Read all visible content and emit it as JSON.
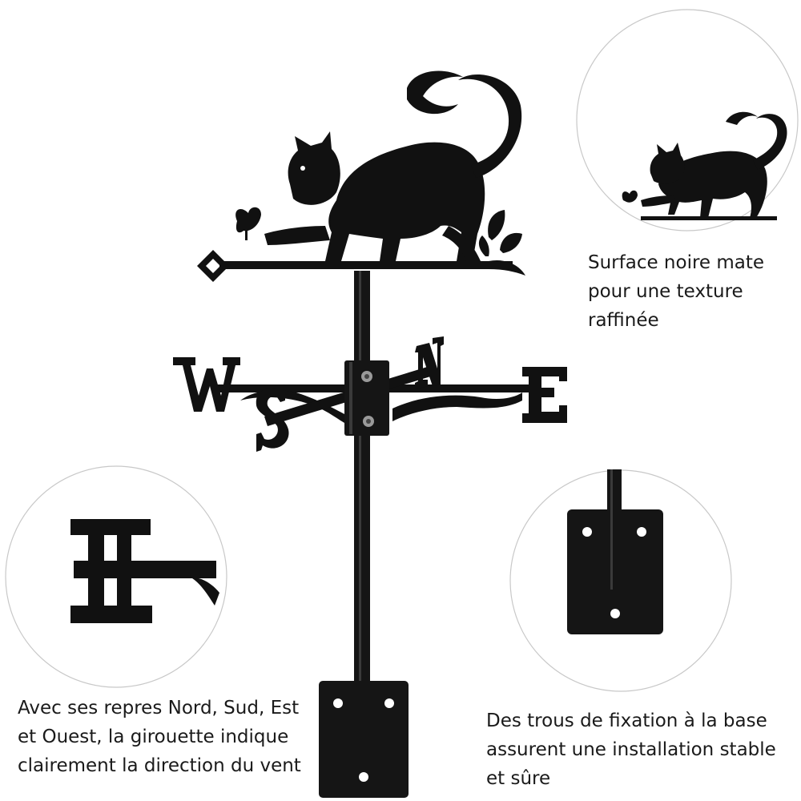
{
  "product": {
    "colors": {
      "metal": "#111111",
      "background": "#ffffff",
      "circle_border": "#c8c8c8"
    },
    "compass_letters": {
      "west": "W",
      "east": "E",
      "north": "N",
      "south": "S"
    }
  },
  "callouts": {
    "finish": {
      "lines": [
        "Surface noire mate",
        "pour une texture",
        "raffinée"
      ]
    },
    "directions": {
      "lines": [
        "Avec ses repres Nord, Sud, Est",
        "et Ouest, la girouette indique",
        "clairement la direction du vent"
      ]
    },
    "mounting": {
      "lines": [
        "Des trous de fixation à la base",
        "assurent une installation stable",
        "et sûre"
      ]
    }
  }
}
